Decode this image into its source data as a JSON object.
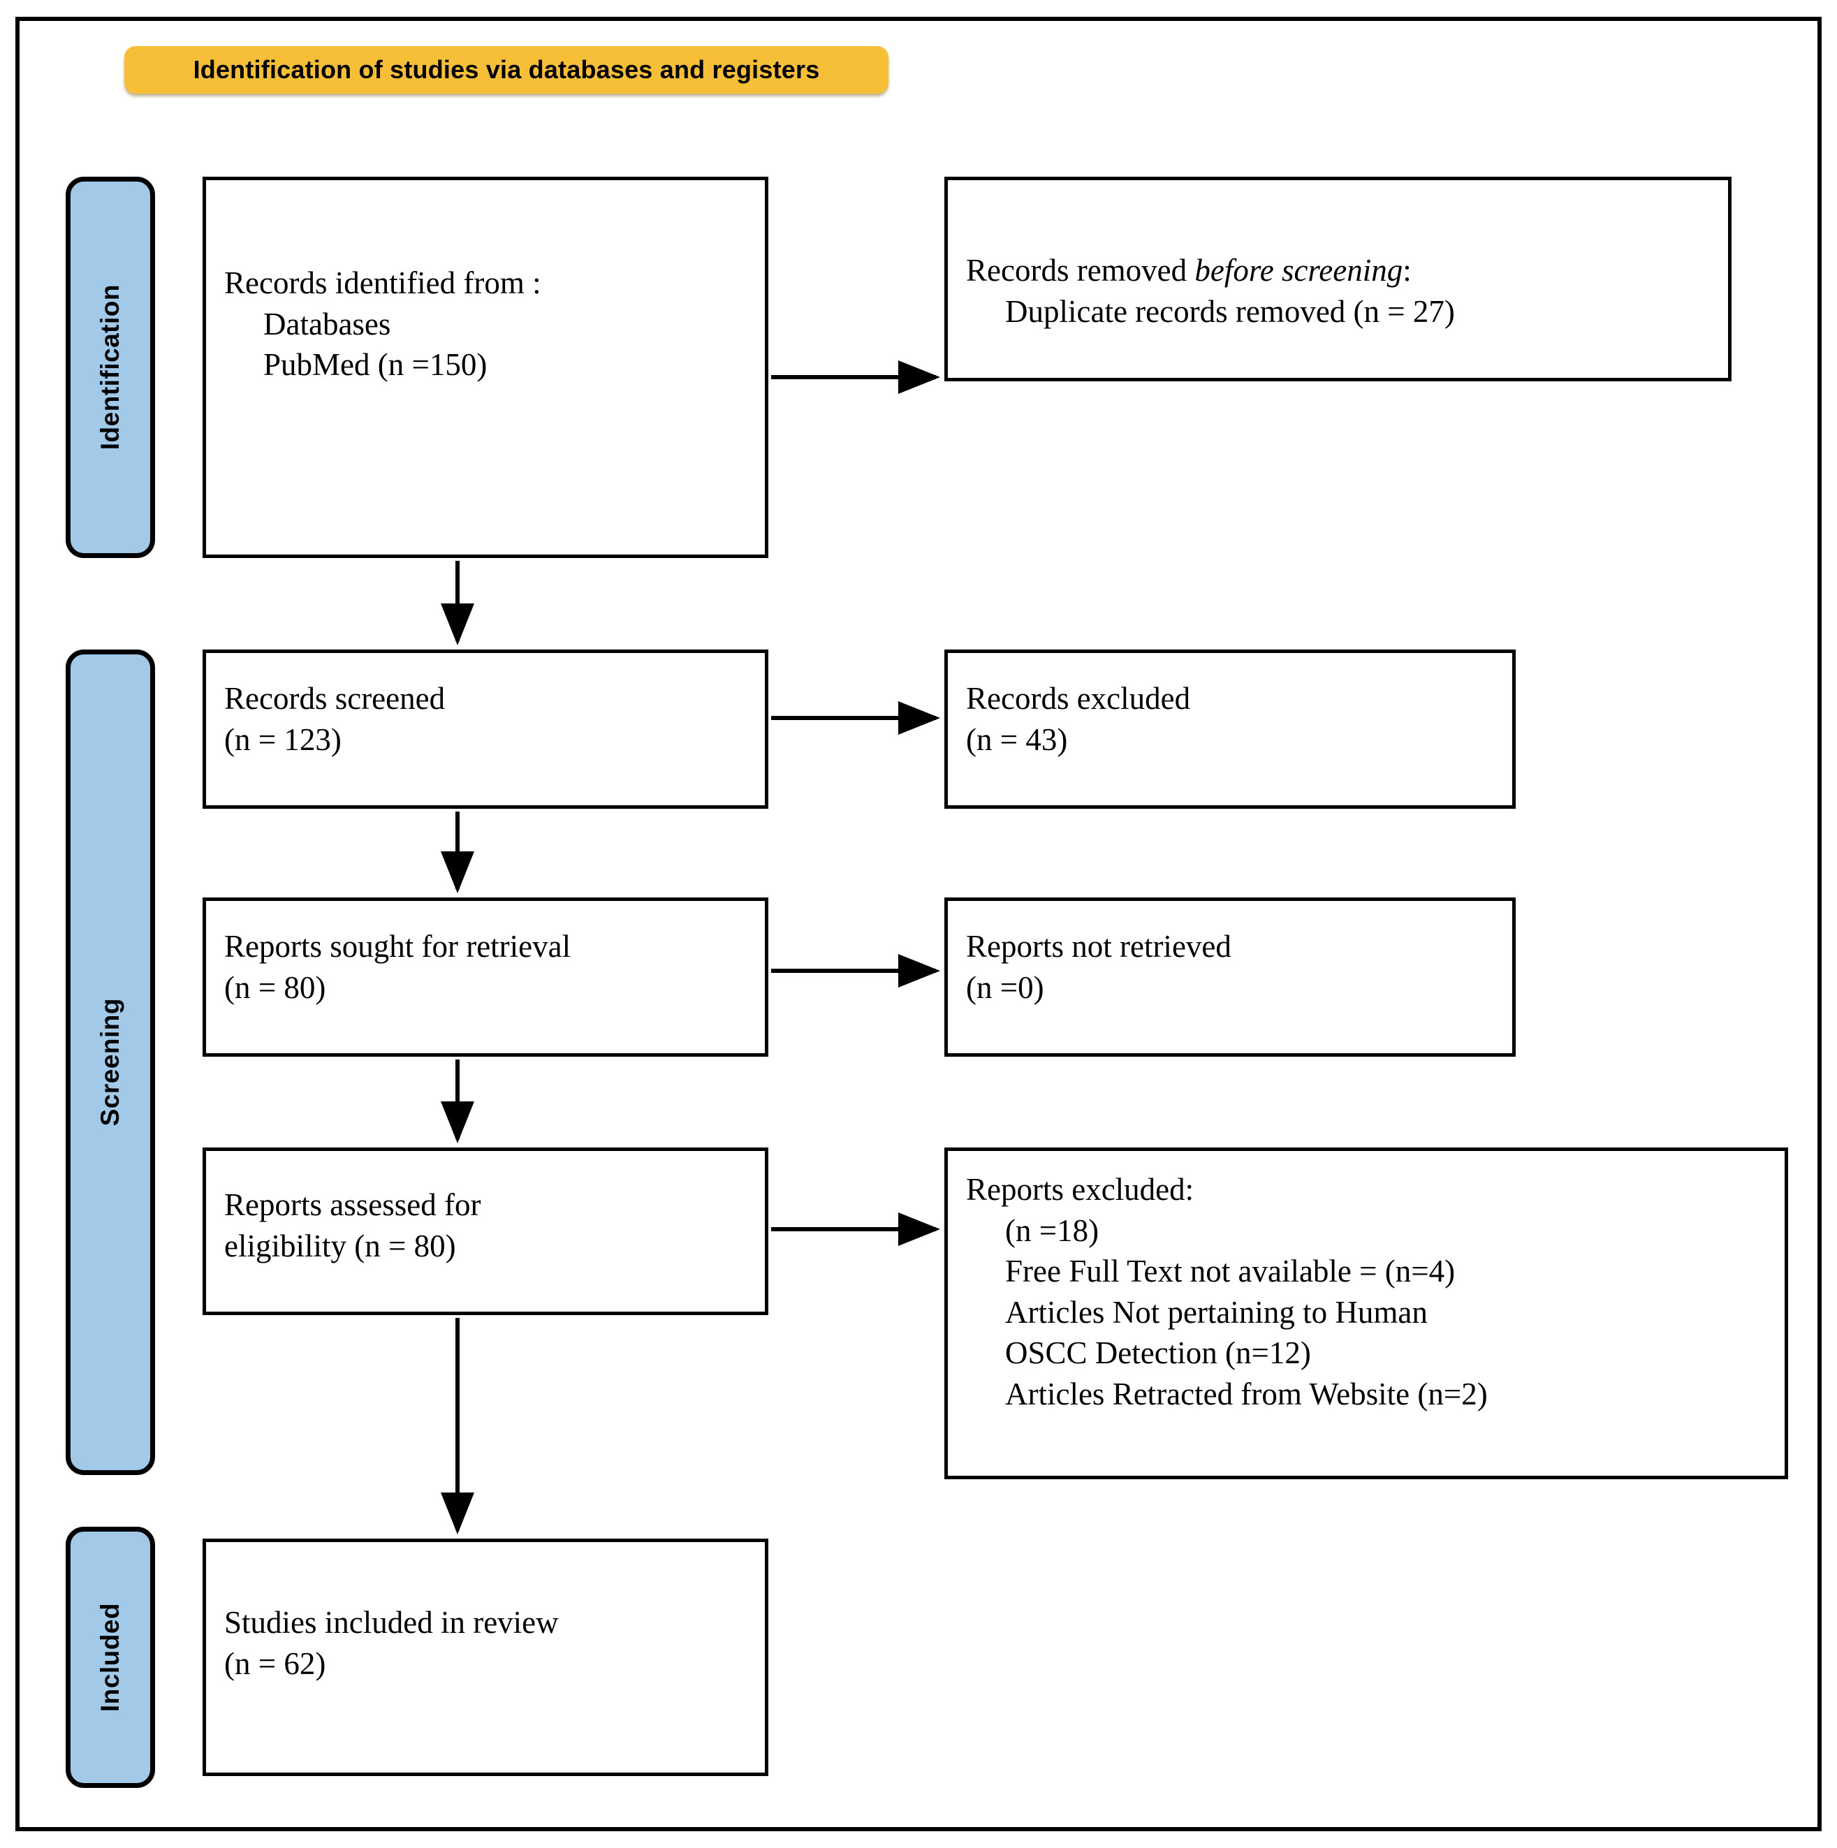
{
  "diagram": {
    "type": "prisma-flow-diagram",
    "header": {
      "label": "Identification of studies via databases and registers",
      "color": "#F7BE38"
    },
    "stages": [
      {
        "name": "identification",
        "label": "Identification",
        "color": "#A3C9E8"
      },
      {
        "name": "screening",
        "label": "Screening",
        "color": "#A3C9E8"
      },
      {
        "name": "included",
        "label": "Included",
        "color": "#A3C9E8"
      }
    ],
    "boxes": {
      "identified": {
        "line1": "Records identified from :",
        "line2": "Databases",
        "line3": "PubMed (n =150)"
      },
      "removed": {
        "line1_prefix": "Records removed ",
        "line1_italic": "before screening",
        "line1_suffix": ":",
        "line2": "Duplicate records removed (n = 27)"
      },
      "screened": {
        "line1": "Records screened",
        "line2": "(n = 123)"
      },
      "records_excluded": {
        "line1": "Records excluded",
        "line2": "(n = 43)"
      },
      "sought": {
        "line1": "Reports sought for retrieval",
        "line2": "(n = 80)"
      },
      "not_retrieved": {
        "line1": "Reports not retrieved",
        "line2": "(n =0)"
      },
      "assessed": {
        "line1": "Reports assessed for",
        "line2": "eligibility (n = 80)"
      },
      "reports_excluded": {
        "line1": "Reports excluded:",
        "line2": "(n =18)",
        "line3": "Free Full Text not available = (n=4)",
        "line4": "Articles Not pertaining to Human",
        "line5": "OSCC Detection (n=12)",
        "line6": "Articles Retracted from Website (n=2)"
      },
      "included": {
        "line1": "Studies included in review",
        "line2": "(n = 62)"
      }
    }
  }
}
